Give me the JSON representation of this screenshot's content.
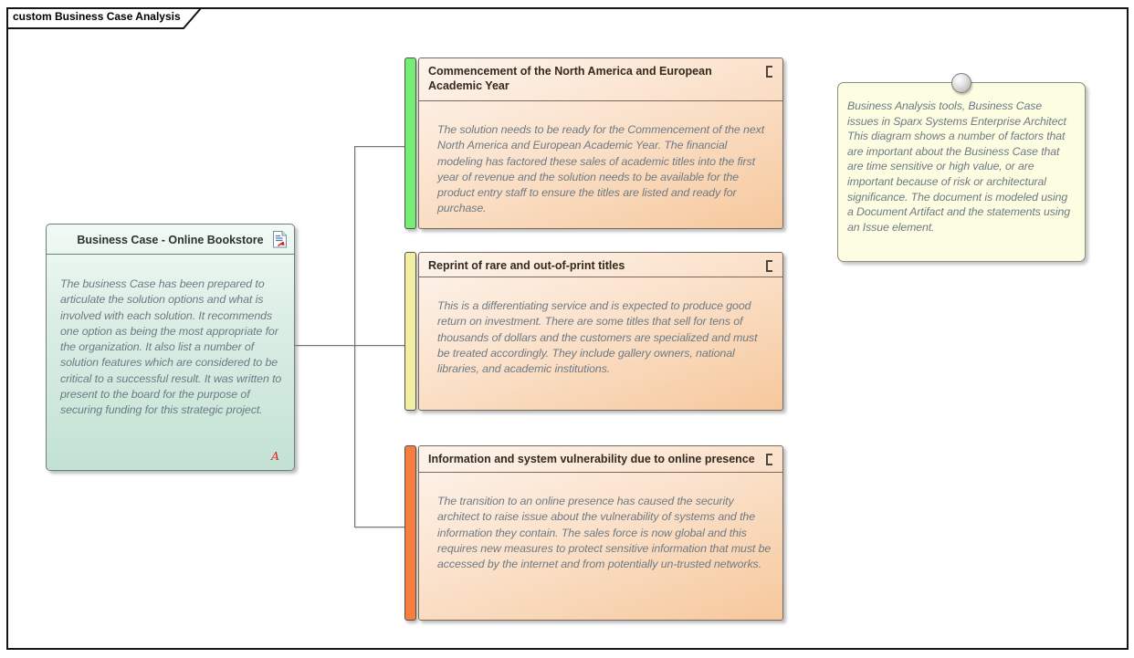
{
  "diagram": {
    "tab_label": "custom Business Case Analysis"
  },
  "business_case": {
    "title": "Business Case - Online Bookstore",
    "body": "The business Case has been prepared to articulate the solution options and what is involved with each solution. It recommends one option as being the most appropriate for the organization. It also list a number of solution features which are considered to be critical to a successful result. It was written to present to the board for the purpose of securing funding for this strategic project.",
    "marker": "A"
  },
  "issues": [
    {
      "title": "Commencement of the North America and European Academic Year",
      "body": "The solution needs to be ready for the Commencement of the next North America and European Academic Year. The financial modeling has factored these sales of academic titles into the first year of revenue and the solution needs to be available for the product entry staff to ensure the titles are listed and ready for purchase.",
      "strip_color": "#75ee75"
    },
    {
      "title": "Reprint of rare and out-of-print titles",
      "body": "This is a differentiating service and is expected to produce good return on investment. There are some titles that sell for tens of thousands of dollars and the customers are specialized and must be treated accordingly. They include gallery owners, national libraries, and academic institutions.",
      "strip_color": "#f2efa2"
    },
    {
      "title": "Information and system vulnerability due to online presence",
      "body": "The transition to an online presence has caused the security architect to raise issue about the vulnerability of systems and the information they contain. The sales force is now global and this requires new measures to protect sensitive information that must be accessed by the internet and from potentially un-trusted networks.",
      "strip_color": "#f67e3e"
    }
  ],
  "note": {
    "heading": "Business Analysis tools, Business Case issues in Sparx Systems Enterprise Architect",
    "body": "This diagram shows a number of factors that are important about the Business Case that are time sensitive or high value, or are important because of risk or architectural significance. The document is modeled using a Document Artifact and the statements using an Issue element."
  },
  "colors": {
    "issue_strip_green": "#75ee75",
    "issue_strip_yellow": "#f2efa2",
    "issue_strip_orange": "#f67e3e",
    "issue_fill_light": "#fdf4ec",
    "issue_fill_dark": "#f6c89c",
    "business_case_fill_light": "#f2faf5",
    "business_case_fill_dark": "#c3e2d3",
    "note_fill": "#fdfde2",
    "connector": "#757575",
    "marker_red": "#e02424"
  }
}
